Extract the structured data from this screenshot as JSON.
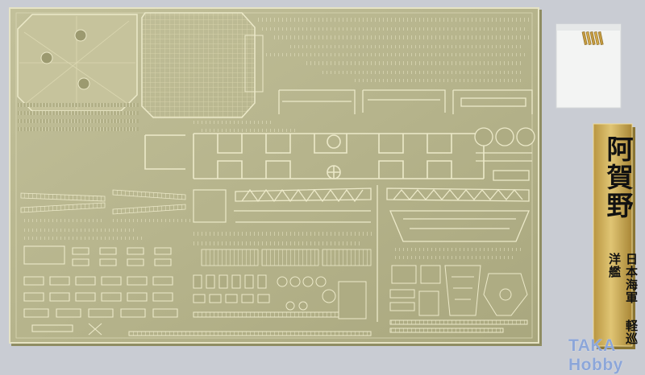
{
  "nameplate": {
    "title": "阿賀野",
    "subtitle": "日本海軍 軽巡洋艦"
  },
  "watermark": "TAKA Hobby",
  "colors": {
    "background": "#c9ccd3",
    "sheet": "#b8b68f",
    "sheet_shadow": "#8f8d63",
    "etched_line": "#e9e6c5",
    "brass_plate": "#c8a950",
    "bag": "#f3f4f3"
  }
}
